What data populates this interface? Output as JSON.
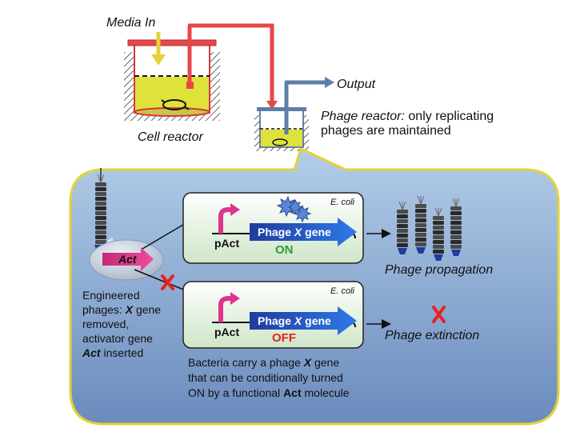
{
  "top": {
    "media_in": "Media In",
    "cell_reactor": "Cell reactor",
    "output": "Output",
    "phage_reactor_italic": "Phage reactor:",
    "phage_reactor_rest1": " only replicating",
    "phage_reactor_rest2": "phages are maintained"
  },
  "panel": {
    "act_label": "Act",
    "engineered": {
      "line1": "Engineered",
      "line2_a": "phages: ",
      "line2_b": "X",
      "line2_c": " gene",
      "line3": "removed,",
      "line4": "activator gene",
      "line5_a": "Act",
      "line5_b": " inserted"
    },
    "box_on": {
      "ecoli": "E. coli",
      "pact": "pAct",
      "gene_a": "Phage ",
      "gene_b": "X",
      "gene_c": " gene",
      "state": "ON"
    },
    "box_off": {
      "ecoli": "E. coli",
      "pact": "pAct",
      "gene_a": "Phage ",
      "gene_b": "X",
      "gene_c": " gene",
      "state": "OFF"
    },
    "phage_propagation": "Phage propagation",
    "phage_extinction": "Phage extinction",
    "bacteria": {
      "line1_a": "Bacteria carry a phage ",
      "line1_b": "X",
      "line1_c": " gene",
      "line2": "that can be conditionally turned",
      "line3_a": "ON by a functional ",
      "line3_b": "Act",
      "line3_c": " molecule"
    }
  },
  "colors": {
    "panel_border": "#e3d23a",
    "panel_fill_top": "#a9c6e4",
    "panel_fill_bottom": "#6f8fbf",
    "inlet_red": "#e8474a",
    "output_blue": "#5b7fa8",
    "media_yellow": "#dfe23a",
    "on_green": "#2e9a3a",
    "off_red": "#e8201e",
    "act_magenta": "#e0348c"
  }
}
